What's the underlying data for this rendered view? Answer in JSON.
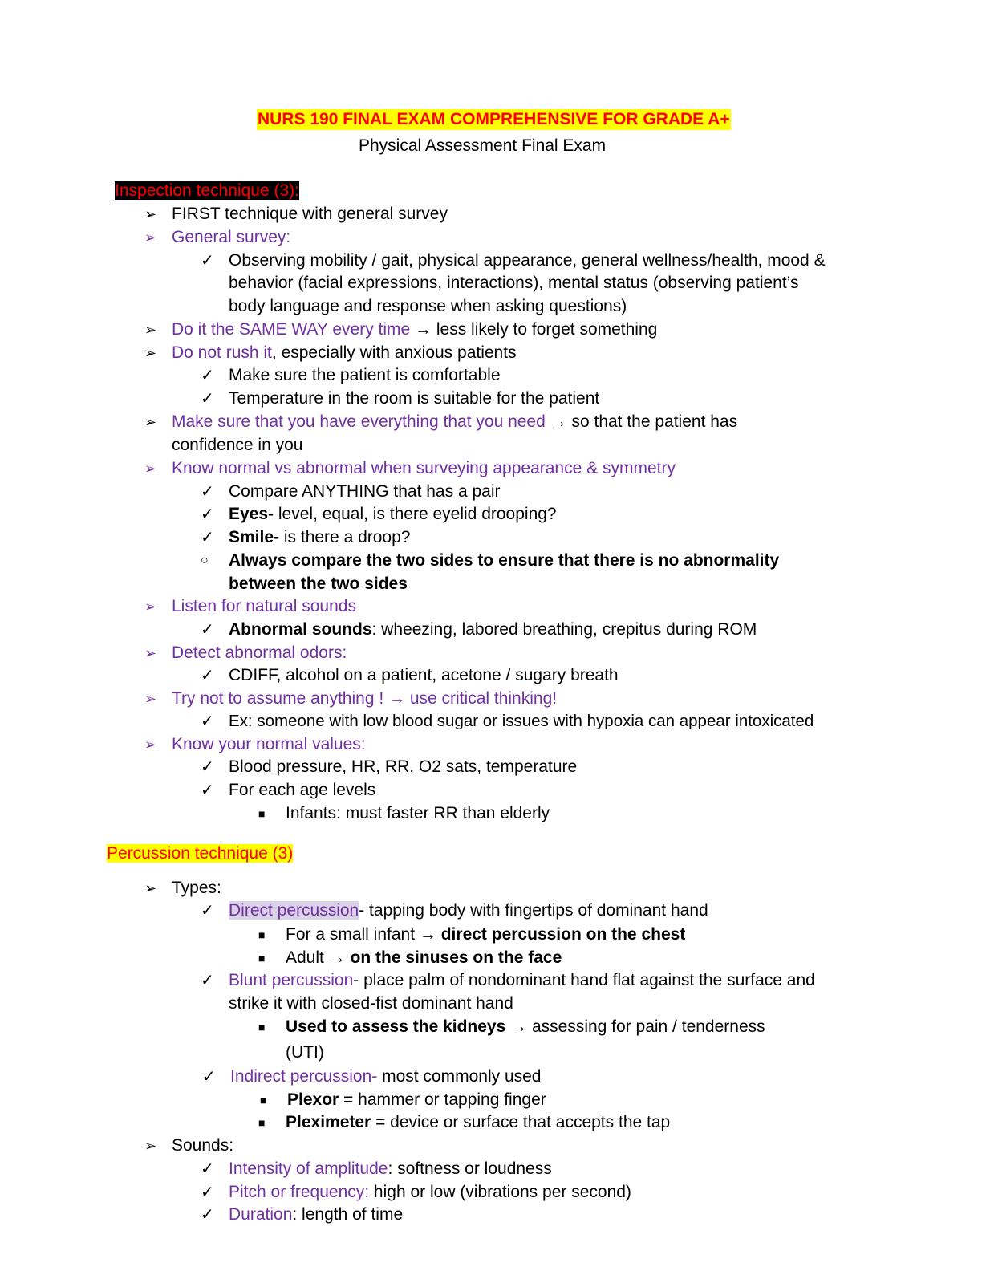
{
  "title": "NURS 190 FINAL EXAM COMPREHENSIVE FOR GRADE A+",
  "subtitle": "Physical Assessment Final Exam",
  "icons": {
    "arrow": "➢",
    "check": "✓",
    "square": "■",
    "circle": "○",
    "right_arrow": "→"
  },
  "inspection": {
    "heading": "Inspection technique (3):",
    "l1": "FIRST technique with general survey",
    "l2": "General survey:",
    "l3": "Observing mobility / gait, physical appearance, general wellness/health, mood &",
    "l4": "behavior (facial expressions, interactions), mental status (observing patient’s",
    "l5": "body language and response when asking questions)",
    "l6a": "Do it the SAME WAY every time",
    "l6b": " → less likely to forget something",
    "l7a": "Do not rush it",
    "l7b": ", especially with anxious patients",
    "l8": "Make sure the patient is comfortable",
    "l9": "Temperature in the room is suitable for the patient",
    "l10a": "Make sure that you have everything that you need",
    "l10b": " → so that the patient has",
    "l11": "confidence in you",
    "l12": "Know normal vs abnormal when surveying appearance & symmetry",
    "l13": "Compare ANYTHING that has a pair",
    "l14a": "Eyes-",
    "l14b": " level, equal, is there eyelid drooping?",
    "l15a": "Smile-",
    "l15b": " is there a droop?",
    "l16": "Always compare the two sides to ensure that there is no abnormality",
    "l17": "between the two sides",
    "l18": "Listen for natural sounds",
    "l19a": "Abnormal sounds",
    "l19b": ": wheezing, labored breathing, crepitus during ROM",
    "l20": "Detect abnormal odors:",
    "l21": "CDIFF, alcohol on a patient, acetone / sugary breath",
    "l22": "Try not to assume anything ! → use critical thinking!",
    "l23": "Ex: someone with low blood sugar or issues with hypoxia can appear intoxicated",
    "l24": "Know your normal values:",
    "l25": "Blood pressure, HR, RR, O2 sats, temperature",
    "l26": "For each age levels",
    "l27": "Infants: must faster RR than elderly"
  },
  "percussion": {
    "heading": "Percussion technique (3)",
    "p1": "Types:",
    "p2a": "Direct percussion",
    "p2b": "- tapping body with fingertips of dominant hand",
    "p3a": "For a small infant → ",
    "p3b": "direct percussion on the chest",
    "p4a": "Adult → ",
    "p4b": "on the sinuses on the face",
    "p5a": "Blunt percussion",
    "p5b": "- place palm of nondominant hand flat against the surface and",
    "p6": "strike it with closed-fist dominant hand",
    "p7a": "Used to assess the kidneys",
    "p7b": " → assessing for pain / tenderness",
    "p8": "(UTI)",
    "p9a": "Indirect percussion-",
    "p9b": " most commonly used",
    "p10a": "Plexor",
    "p10b": " = hammer or tapping finger",
    "p11a": "Pleximeter",
    "p11b": " = device or surface that accepts the tap",
    "p12": "Sounds:",
    "p13a": "Intensity of amplitude",
    "p13b": ": softness or loudness",
    "p14a": "Pitch or frequency:",
    "p14b": " high or low (vibrations per second)",
    "p15a": "Duration",
    "p15b": ": length of time"
  }
}
